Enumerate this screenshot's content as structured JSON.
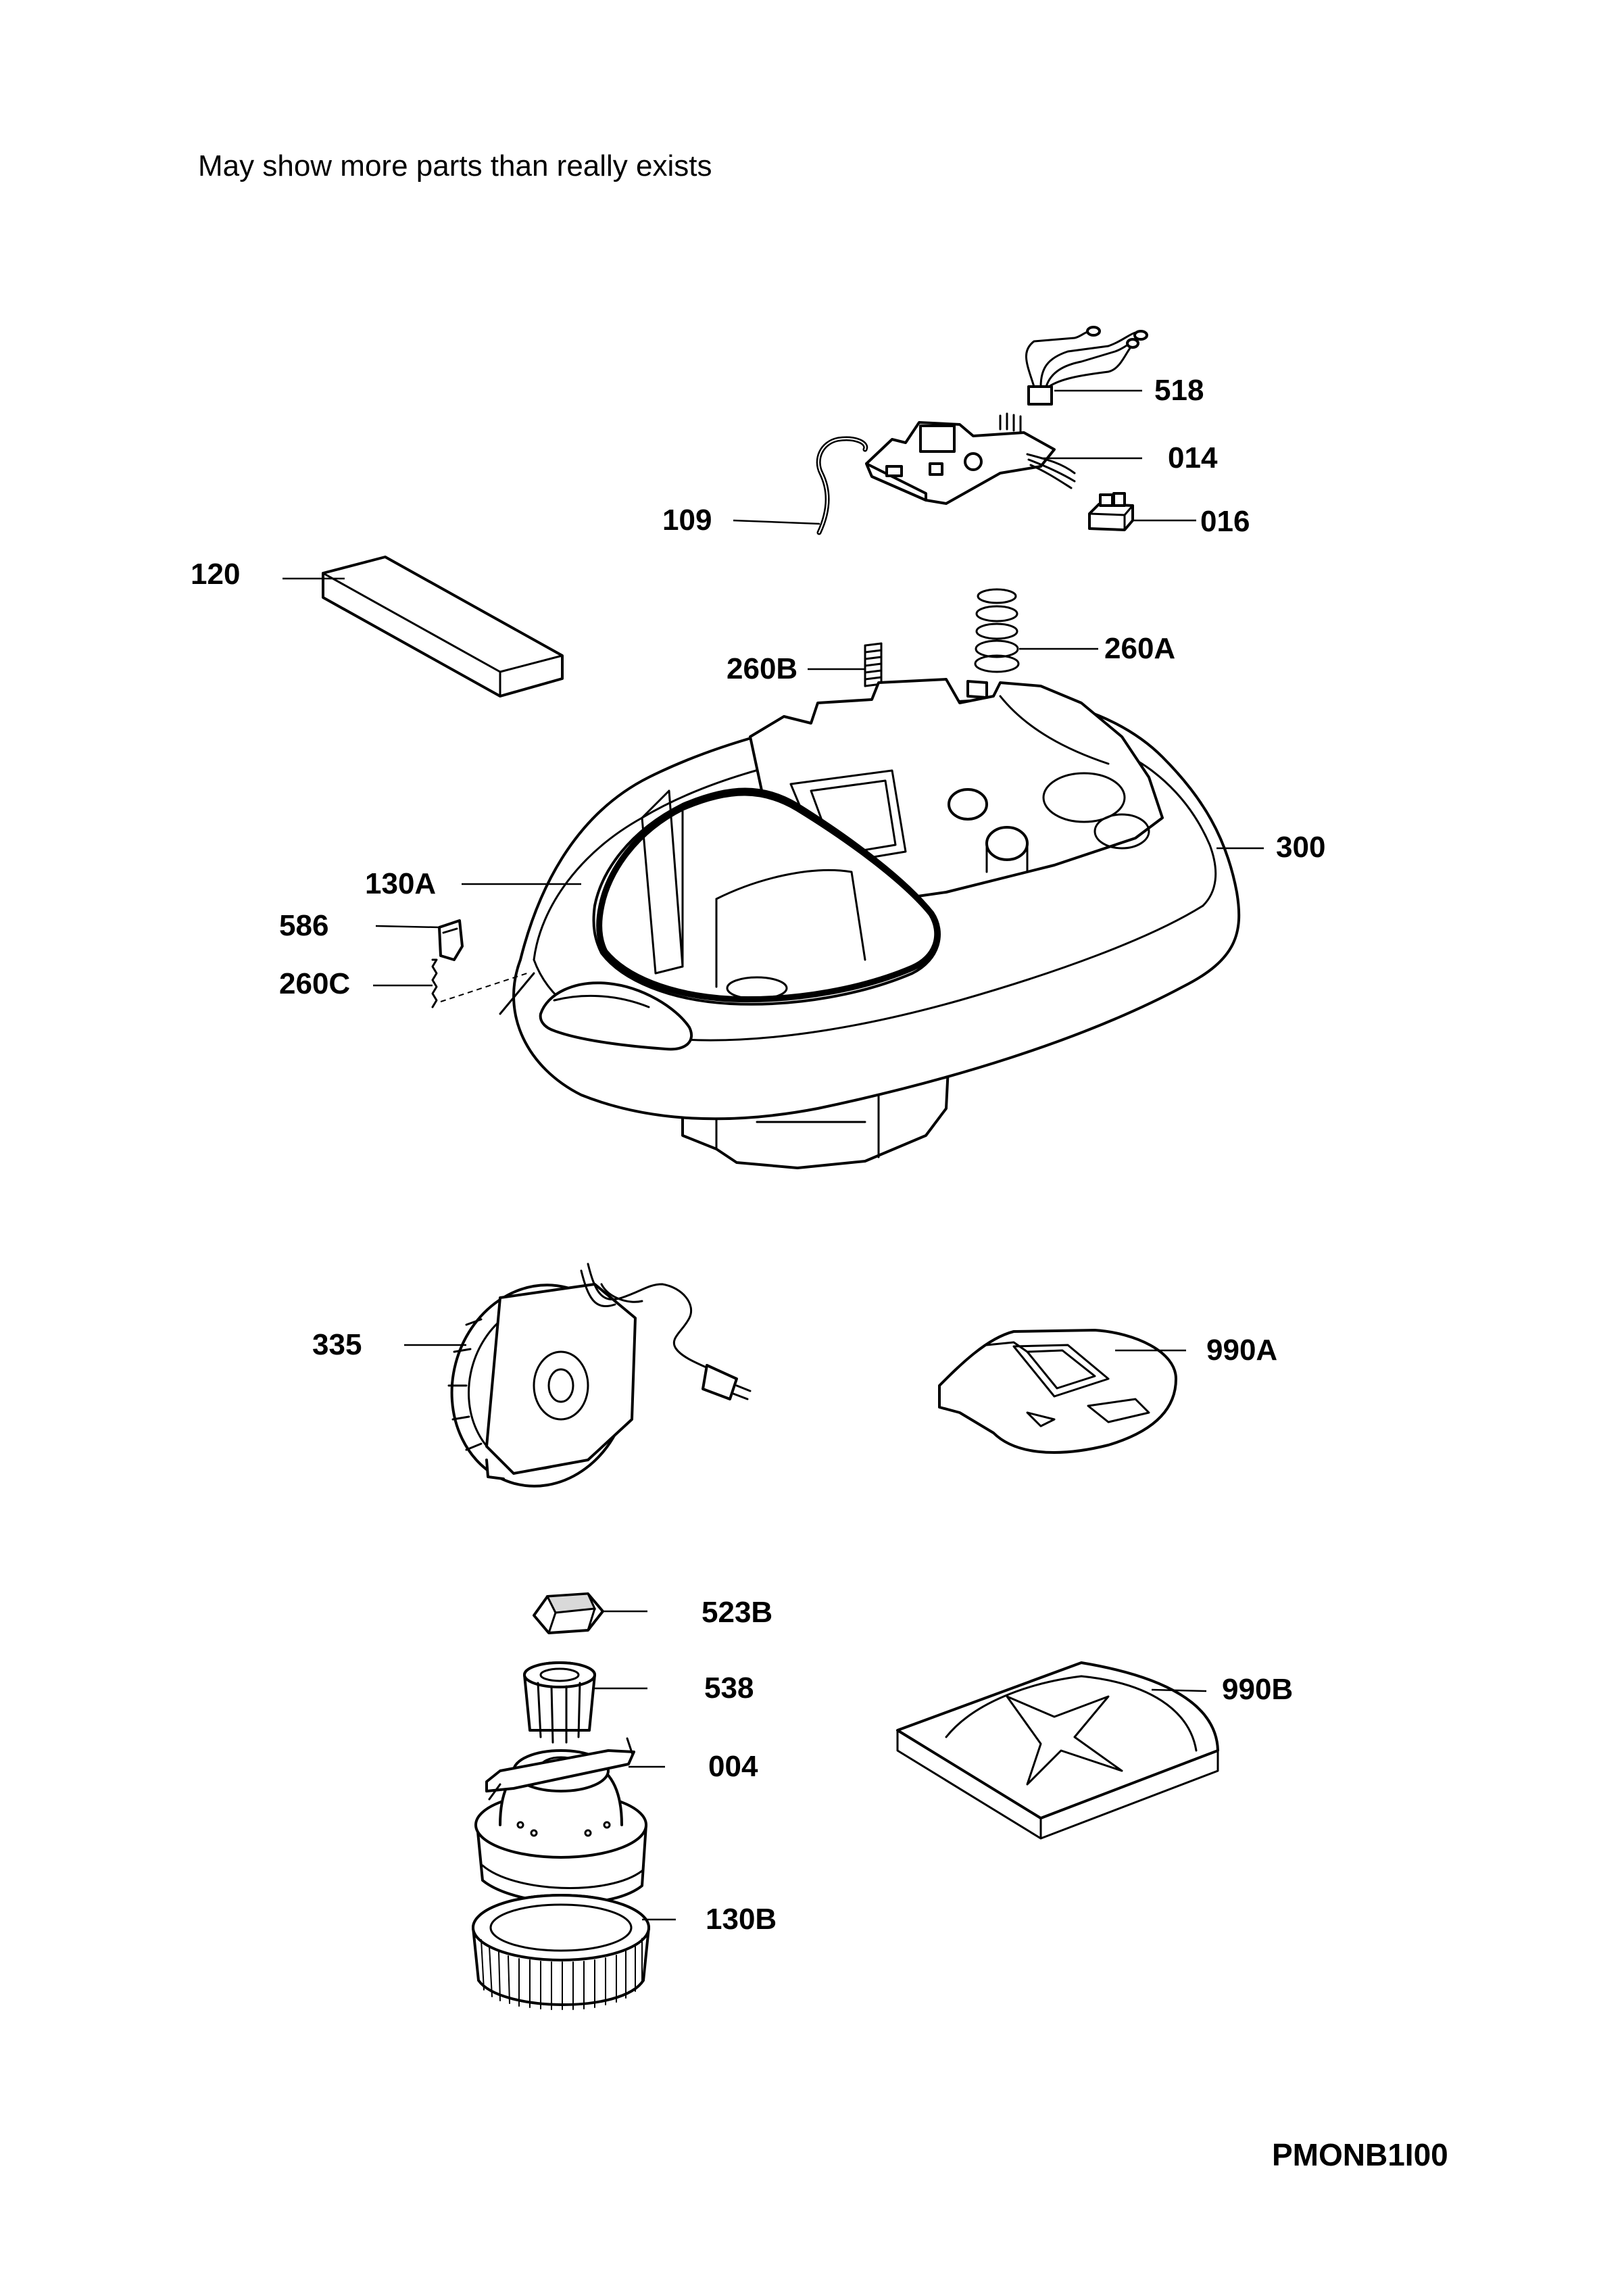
{
  "note": "May show more parts than really exists",
  "drawing_code": "PMONB1I00",
  "labels": {
    "p518": "518",
    "p014": "014",
    "p016": "016",
    "p109": "109",
    "p120": "120",
    "p260A": "260A",
    "p260B": "260B",
    "p300": "300",
    "p130A": "130A",
    "p586": "586",
    "p260C": "260C",
    "p335": "335",
    "p990A": "990A",
    "p523B": "523B",
    "p538": "538",
    "p004": "004",
    "p130B": "130B",
    "p990B": "990B"
  }
}
